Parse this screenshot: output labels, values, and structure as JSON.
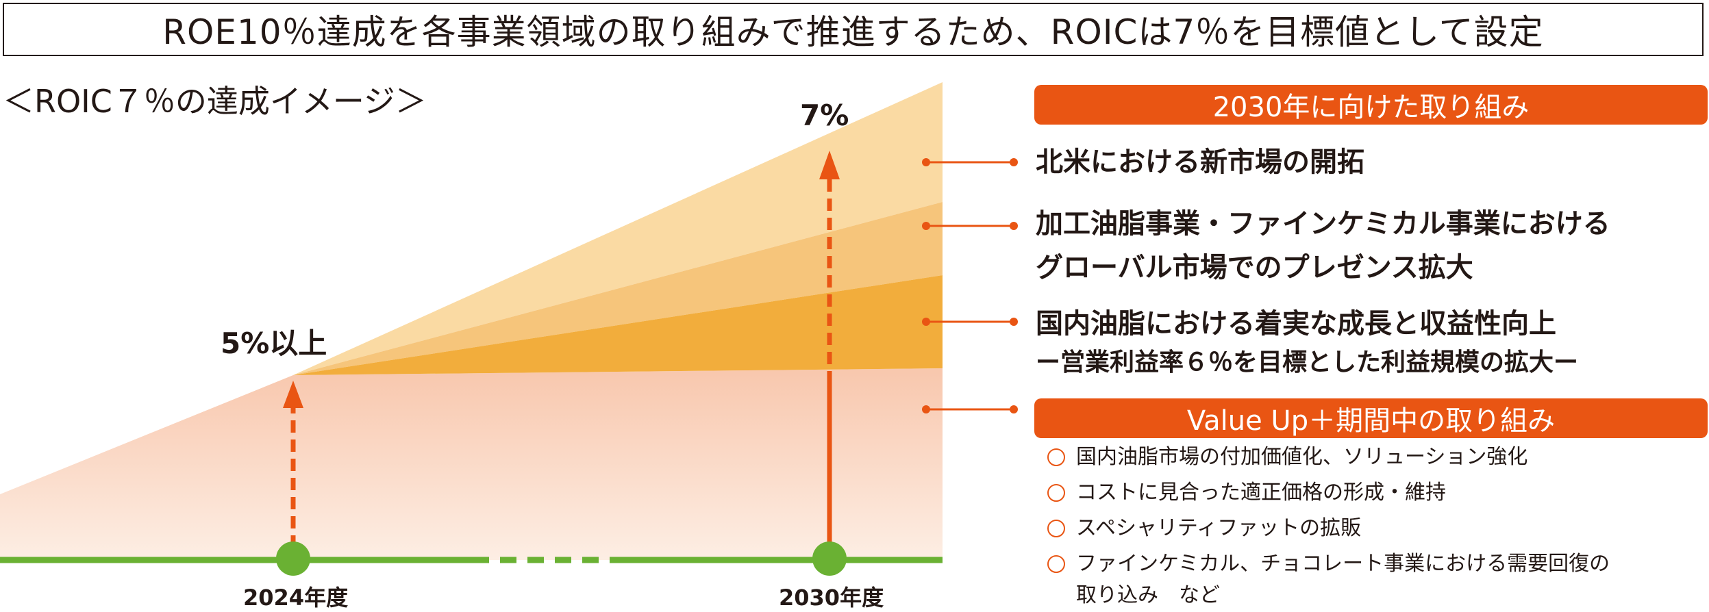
{
  "title": "ROE10％達成を各事業領域の取り組みで推進するため、ROICは7％を目標値として設定",
  "subtitle": "＜ROIC７％の達成イメージ＞",
  "labels": {
    "start_pct": "5%以上",
    "end_pct": "7%",
    "start_year": "2024年度",
    "end_year": "2030年度"
  },
  "roic": {
    "start": 5,
    "target": 7
  },
  "initiatives_2030": {
    "header": "2030年に向けた取り組み",
    "items": [
      {
        "text": "北米における新市場の開拓"
      },
      {
        "line1": "加工油脂事業・ファインケミカル事業における",
        "line2": "グローバル市場でのプレゼンス拡大"
      },
      {
        "line1": "国内油脂における着実な成長と収益性向上",
        "line2": "ー営業利益率６％を目標とした利益規模の拡大ー"
      }
    ]
  },
  "value_up": {
    "header": "Value Up＋期間中の取り組み",
    "bullets": [
      "国内油脂市場の付加価値化、ソリューション強化",
      "コストに見合った適正価格の形成・維持",
      "スペシャリティファットの拡販",
      "ファインケミカル、チョコレート事業における需要回復の"
    ],
    "bullet_continuation": "取り込み　など"
  },
  "colors": {
    "accent_orange": "#e95513",
    "band_top": "#fadaa3",
    "band_second": "#f6c57b",
    "band_third": "#f2ad3c",
    "base_area": "#f8cab0",
    "timeline_green": "#6ab133"
  },
  "icons": [
    "up-arrow-icon",
    "timeline-dot-icon",
    "circle-bullet-icon"
  ]
}
